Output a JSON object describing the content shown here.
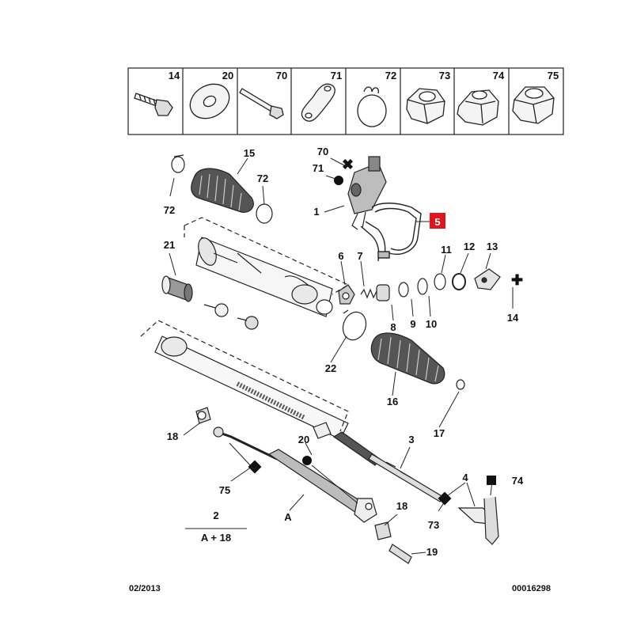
{
  "header_parts": [
    {
      "num": "14",
      "icon": "bolt-icon"
    },
    {
      "num": "20",
      "icon": "washer-icon"
    },
    {
      "num": "70",
      "icon": "long-bolt-icon"
    },
    {
      "num": "71",
      "icon": "lock-plate-icon"
    },
    {
      "num": "72",
      "icon": "clip-ring-icon"
    },
    {
      "num": "73",
      "icon": "hex-nut-icon"
    },
    {
      "num": "74",
      "icon": "flange-nut-icon"
    },
    {
      "num": "75",
      "icon": "lock-nut-icon"
    }
  ],
  "callouts": {
    "c15": "15",
    "c72a": "72",
    "c72b": "72",
    "c70": "70",
    "c71": "71",
    "c1": "1",
    "c5": "5",
    "c21": "21",
    "c6": "6",
    "c7": "7",
    "c11": "11",
    "c12": "12",
    "c13": "13",
    "c14": "14",
    "c8": "8",
    "c9": "9",
    "c10": "10",
    "c22": "22",
    "c16": "16",
    "c17": "17",
    "c18a": "18",
    "c20": "20",
    "c3": "3",
    "c4": "4",
    "c74": "74",
    "c75": "75",
    "cA": "A",
    "c73": "73",
    "c18b": "18",
    "c19": "19",
    "c2": "2",
    "cA18": "A + 18"
  },
  "footer": {
    "date": "02/2013",
    "ref": "00016298"
  },
  "colors": {
    "line": "#222222",
    "highlight": "#e0161b",
    "fill_light": "#f2f2f2",
    "fill_dark": "#9a9a9a"
  }
}
